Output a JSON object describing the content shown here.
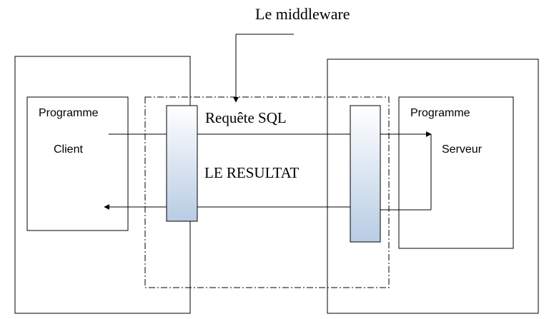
{
  "diagram": {
    "title": "Le middleware",
    "client_label_1": "Programme",
    "client_label_2": "Client",
    "server_label_1": "Programme",
    "server_label_2": "Serveur",
    "request_label": "Requête SQL",
    "result_label": "LE RESULTAT"
  },
  "colors": {
    "stroke": "#000000",
    "bar_top": "#ffffff",
    "bar_bottom": "#b8cce4"
  }
}
